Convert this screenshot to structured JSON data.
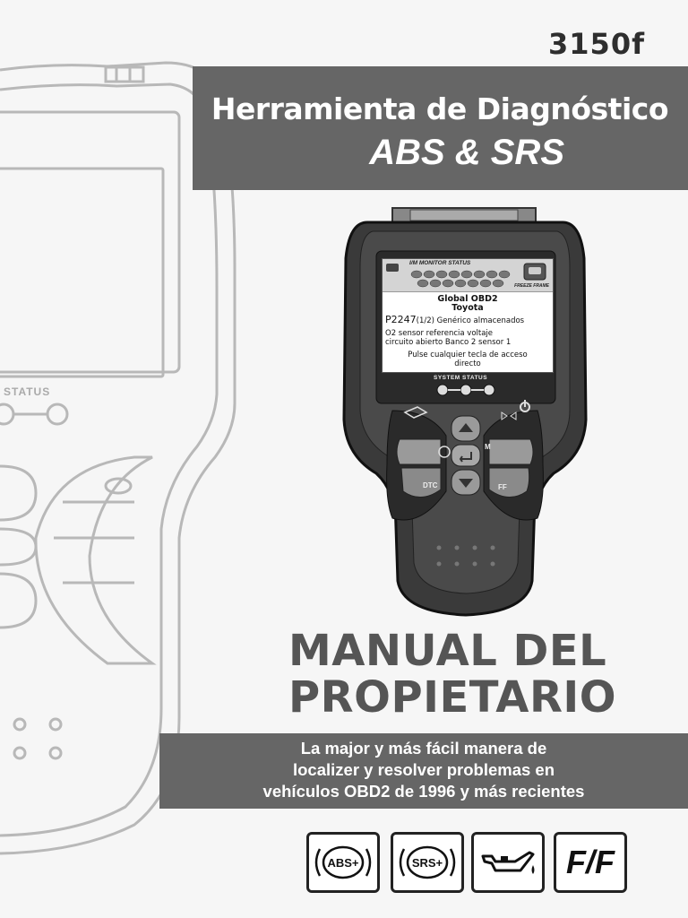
{
  "model": "3150f",
  "header": {
    "line1": "Herramienta de Diagnóstico",
    "line2": "ABS & SRS"
  },
  "device": {
    "monitor_status_label": "I/M MONITOR STATUS",
    "freeze_frame_label": "FREEZE FRAME",
    "screen_lines": [
      "Global OBD2",
      "Toyota",
      "P2247",
      "(1/2) Genérico almacenados",
      "O2 sensor referencia voltaje",
      "circuito abierto Banco 2 sensor 1",
      "Pulse cualquier tecla de acceso",
      "directo"
    ],
    "system_status_label": "SYSTEM STATUS",
    "key_m": "M",
    "key_dtc": "DTC",
    "key_ff": "FF"
  },
  "background_device": {
    "status_label": "STATUS"
  },
  "manual_title": {
    "line1": "MANUAL DEL",
    "line2": "PROPIETARIO"
  },
  "tagline": {
    "line1": "La major y más fácil manera de",
    "line2": "localizer y resolver problemas en",
    "line3": "vehículos OBD2 de 1996 y más recientes"
  },
  "features": {
    "abs": "ABS+",
    "srs": "SRS+",
    "oil_icon": "oil-can-icon",
    "ff": "F/F"
  },
  "colors": {
    "band": "#666666",
    "title_text": "#555555",
    "device_body": "#3a3a3a"
  }
}
